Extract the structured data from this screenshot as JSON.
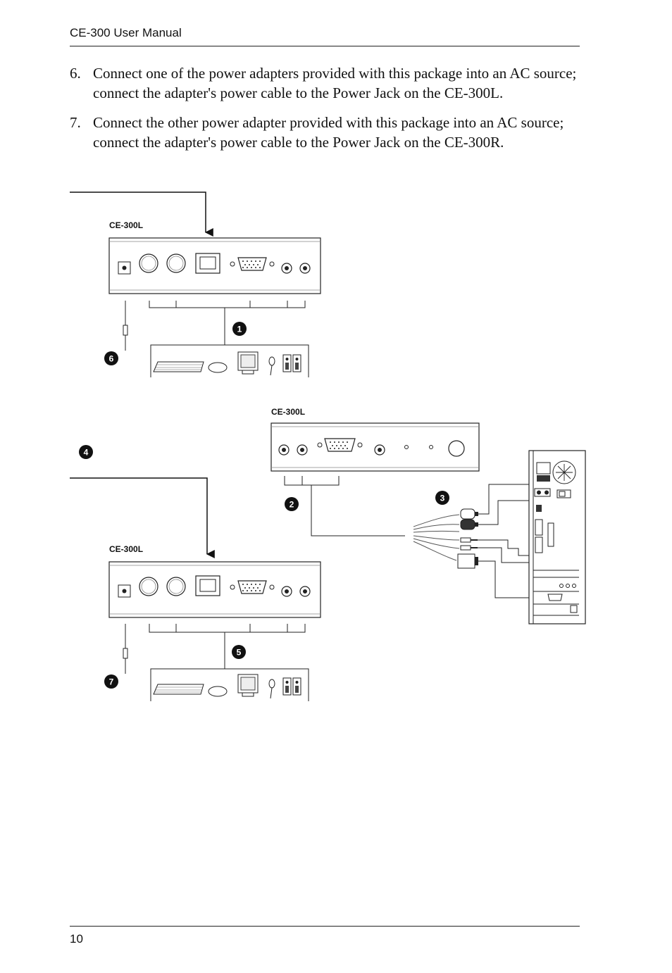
{
  "header": {
    "title": "CE-300 User Manual"
  },
  "steps": [
    {
      "number": "6.",
      "text": "Connect one of the power adapters provided with this package into an AC source; connect the adapter's power cable to the Power Jack on the CE-300L."
    },
    {
      "number": "7.",
      "text": "Connect the other power adapter provided with this package into an AC source; connect the adapter's power cable to the Power Jack on the CE-300R."
    }
  ],
  "diagram": {
    "unit_top_label": "CE-300L",
    "unit_middle_label": "CE-300L",
    "unit_bottom_label": "CE-300L",
    "badges": [
      "1",
      "2",
      "3",
      "4",
      "5",
      "6",
      "7"
    ]
  },
  "footer": {
    "page_number": "10"
  }
}
